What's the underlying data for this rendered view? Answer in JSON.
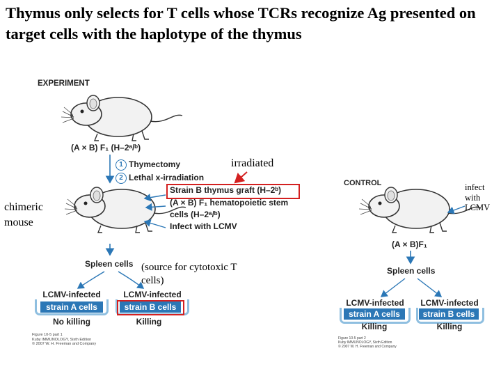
{
  "title": "Thymus only selects for T cells whose TCRs recognize Ag presented on target cells with the haplotype of the thymus",
  "experiment": {
    "heading": "EXPERIMENT",
    "mouse_label": "(A × B) F₁ (H–2ᵃ/ᵇ)",
    "step1": "Thymectomy",
    "step2": "Lethal x-irradiation",
    "graft": "Strain B thymus graft (H–2ᵇ)",
    "hsc_line1": "(A × B) F₁ hematopoietic stem",
    "hsc_line2": "cells (H–2ᵃ/ᵇ)",
    "infect": "Infect with LCMV",
    "spleen": "Spleen cells",
    "tube_a_top": "LCMV-infected",
    "tube_a_bar": "strain A cells",
    "tube_a_result": "No killing",
    "tube_b_top": "LCMV-infected",
    "tube_b_bar": "strain B cells",
    "tube_b_result": "Killing",
    "figure_caption": "Figure 10-5 part 1\nKuby IMMUNOLOGY, Sixth Edition\n© 2007 W. H. Freeman and Company"
  },
  "annotations": {
    "irradiated": "irradiated",
    "chimeric": "chimeric mouse",
    "source": "(source for cytotoxic T cells)",
    "infect": "infect with LCMV"
  },
  "control": {
    "heading": "CONTROL",
    "mouse_label": "(A × B)F₁",
    "spleen": "Spleen cells",
    "tube_a_top": "LCMV-infected",
    "tube_a_bar": "strain A cells",
    "tube_a_result": "Killing",
    "tube_b_top": "LCMV-infected",
    "tube_b_bar": "strain B cells",
    "tube_b_result": "Killing",
    "figure_caption": "Figure 10-5 part 2\nKuby IMMUNOLOGY, Sixth Edition\n© 2007 W. H. Freeman and Company"
  },
  "colors": {
    "accent_blue": "#2b77b6",
    "highlight_red": "#d32020"
  }
}
